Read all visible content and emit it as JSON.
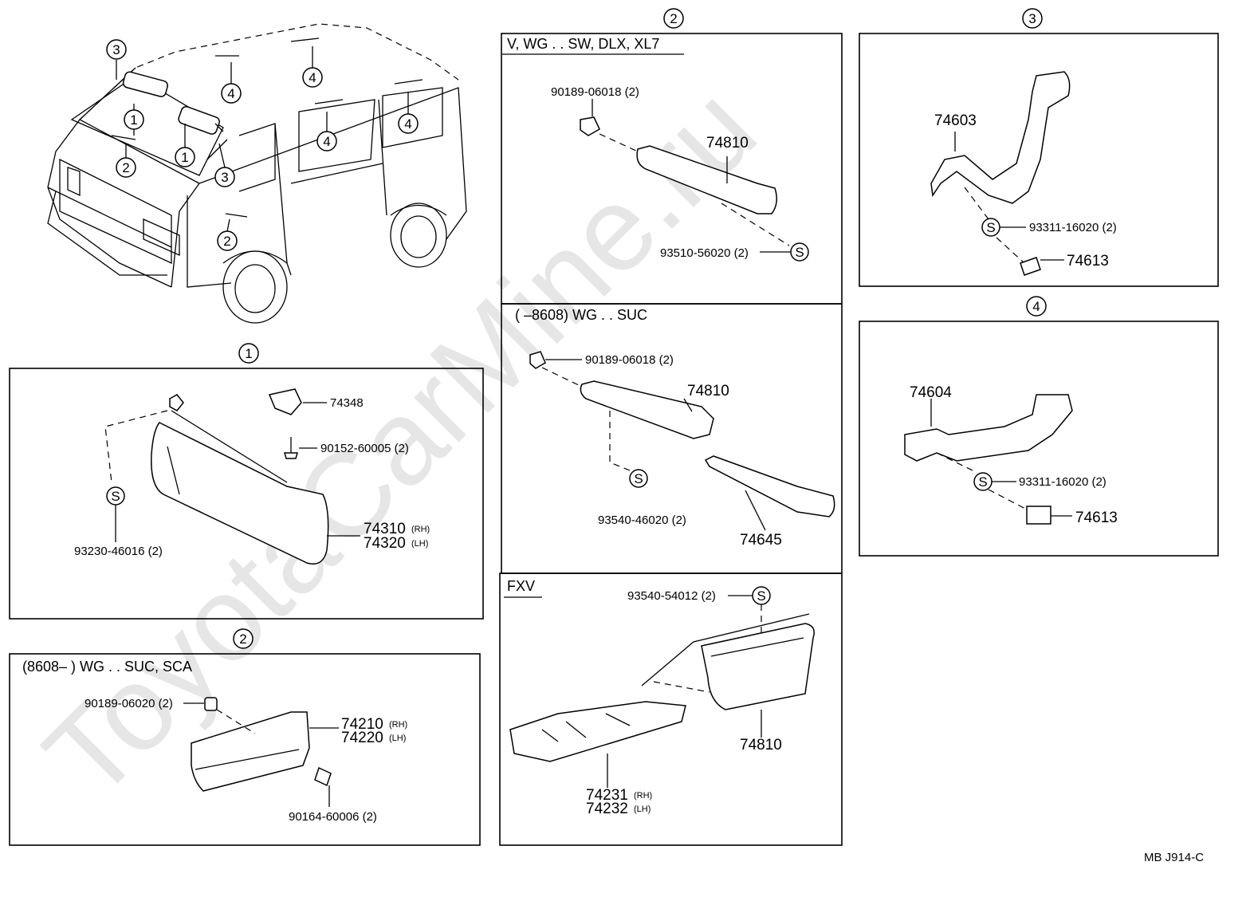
{
  "watermark": "ToyotaCarMine.ru",
  "footer_code": "MB  J914-C",
  "overview": {
    "callouts": [
      "1",
      "2",
      "3",
      "4"
    ]
  },
  "section1": {
    "number": "1",
    "parts": {
      "p74348": "74348",
      "p90152": "90152-60005 (2)",
      "p93230": "93230-46016 (2)",
      "p74310": "74310",
      "p74320": "74320",
      "rh": "(RH)",
      "lh": "(LH)",
      "s": "S"
    }
  },
  "section2": {
    "number": "2",
    "bottom_left": {
      "header": "(8608–         ) WG . . SUC, SCA",
      "p90189": "90189-06020 (2)",
      "p74210": "74210",
      "p74220": "74220",
      "rh": "(RH)",
      "lh": "(LH)",
      "p90164": "90164-60006 (2)"
    },
    "top": {
      "header": "V, WG . . SW, DLX, XL7",
      "p90189": "90189-06018 (2)",
      "p74810": "74810",
      "p93510": "93510-56020 (2)",
      "s": "S"
    },
    "middle": {
      "header": "(         –8608) WG . . SUC",
      "p90189": "90189-06018 (2)",
      "p74810": "74810",
      "p93540": "93540-46020 (2)",
      "p74645": "74645",
      "s": "S"
    },
    "bottom": {
      "header": "FXV",
      "p93540": "93540-54012 (2)",
      "p74810": "74810",
      "p74231": "74231",
      "p74232": "74232",
      "rh": "(RH)",
      "lh": "(LH)",
      "s": "S"
    }
  },
  "section3": {
    "number": "3",
    "p74603": "74603",
    "p93311": "93311-16020 (2)",
    "p74613": "74613",
    "s": "S"
  },
  "section4": {
    "number": "4",
    "p74604": "74604",
    "p93311": "93311-16020 (2)",
    "p74613": "74613",
    "s": "S"
  }
}
